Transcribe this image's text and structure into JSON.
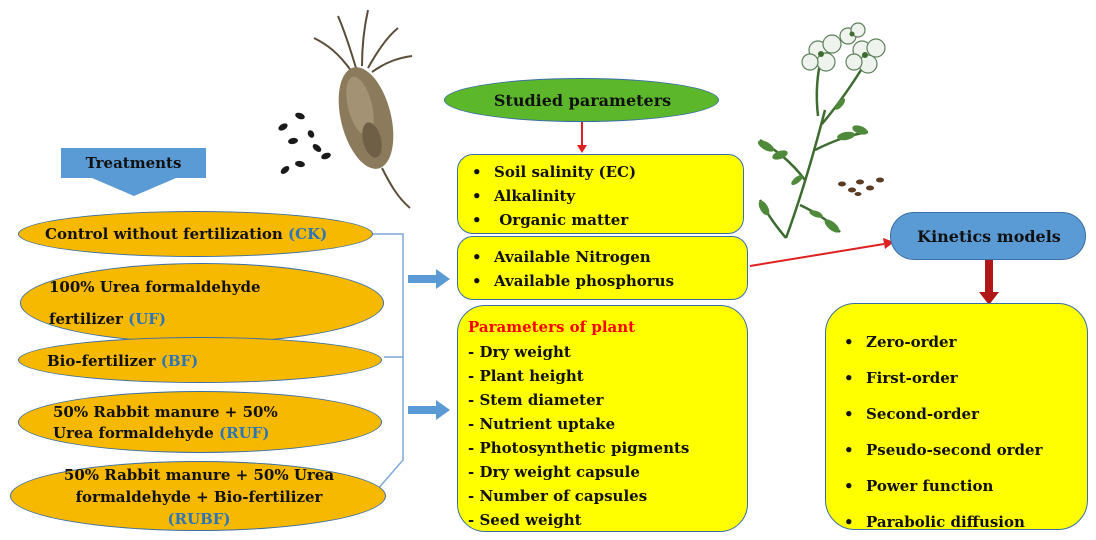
{
  "treatments": {
    "header": "Treatments",
    "items": [
      {
        "text": "Control without fertilization ",
        "abbr": "(CK)"
      },
      {
        "line1": "100% Urea formaldehyde",
        "line2": "fertilizer ",
        "abbr": "(UF)"
      },
      {
        "text": "Bio-fertilizer ",
        "abbr": "(BF)"
      },
      {
        "line1": "50% Rabbit manure + 50%",
        "line2": "Urea formaldehyde ",
        "abbr": "(RUF)"
      },
      {
        "line1": "50% Rabbit manure + 50% Urea",
        "line2": "formaldehyde + Bio-fertilizer",
        "abbr": "(RUBF)"
      }
    ]
  },
  "studied": {
    "header": "Studied parameters",
    "soil_box": [
      "Soil salinity (EC)",
      "Alkalinity",
      " Organic matter"
    ],
    "nutrient_box": [
      "Available Nitrogen",
      "Available phosphorus"
    ],
    "plant_box": {
      "title": "Parameters of plant",
      "items": [
        "- Dry weight",
        "- Plant height",
        "- Stem diameter",
        "- Nutrient uptake",
        "- Photosynthetic pigments",
        "- Dry weight capsule",
        "- Number of capsules",
        "- Seed weight"
      ]
    }
  },
  "kinetics": {
    "header": "Kinetics models",
    "items": [
      "Zero-order",
      "First-order",
      "Second-order",
      "Pseudo-second order",
      "Power function",
      "Parabolic diffusion"
    ]
  },
  "colors": {
    "treatment_fill": "#f7b800",
    "box_fill": "#ffff00",
    "header_green": "#5cb82a",
    "header_blue": "#5b9bd5",
    "abbr_blue": "#2e75b6",
    "plant_title_red": "#ff0000",
    "arrow_red": "#e02020",
    "arrow_darkred": "#b01818"
  }
}
